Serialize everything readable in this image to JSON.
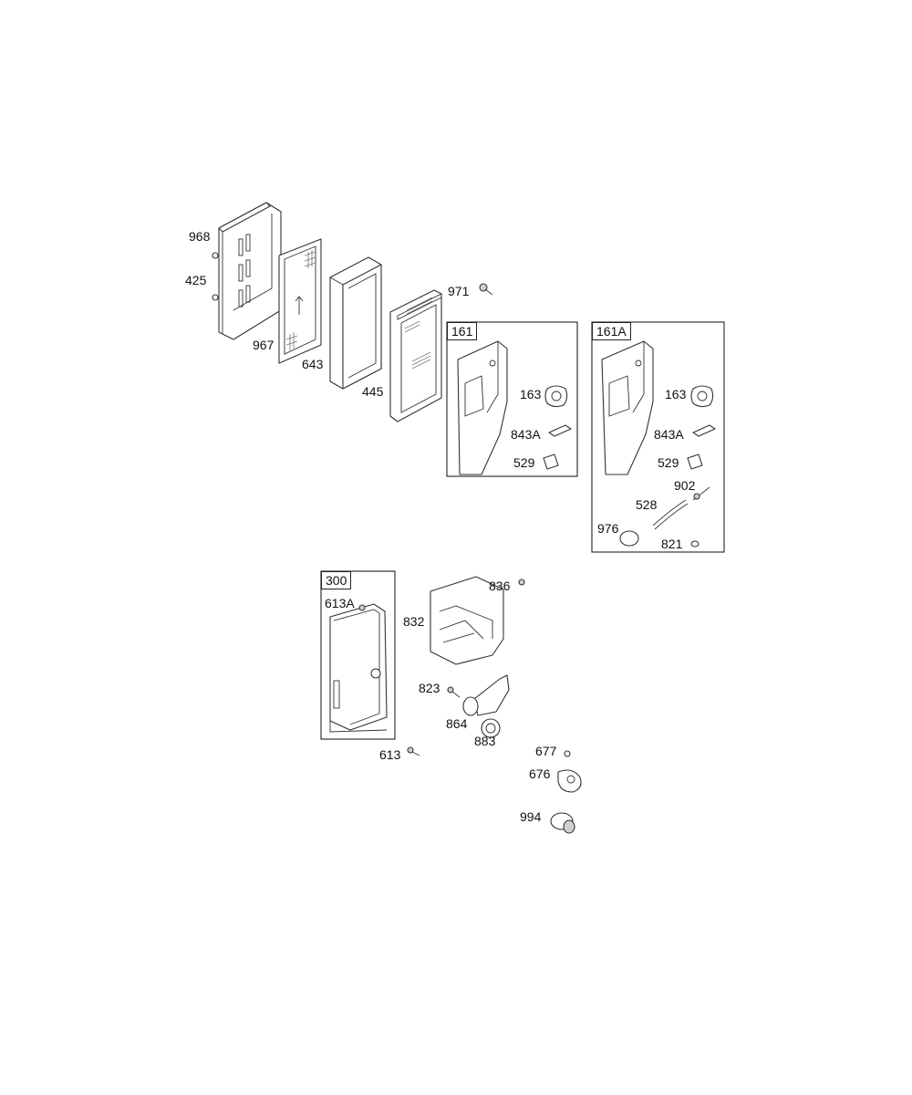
{
  "group_boxes": {
    "b161": "161",
    "b161A": "161A",
    "b300": "300"
  },
  "labels": {
    "p968": "968",
    "p425": "425",
    "p967": "967",
    "p643": "643",
    "p445": "445",
    "p971": "971",
    "p163a": "163",
    "p843Aa": "843A",
    "p529a": "529",
    "p163b": "163",
    "p843Ab": "843A",
    "p529b": "529",
    "p902": "902",
    "p528": "528",
    "p976": "976",
    "p821": "821",
    "p613A": "613A",
    "p613": "613",
    "p836": "836",
    "p832": "832",
    "p823": "823",
    "p864": "864",
    "p883": "883",
    "p677": "677",
    "p676": "676",
    "p994": "994"
  },
  "colors": {
    "line": "#333333",
    "background": "#ffffff"
  }
}
